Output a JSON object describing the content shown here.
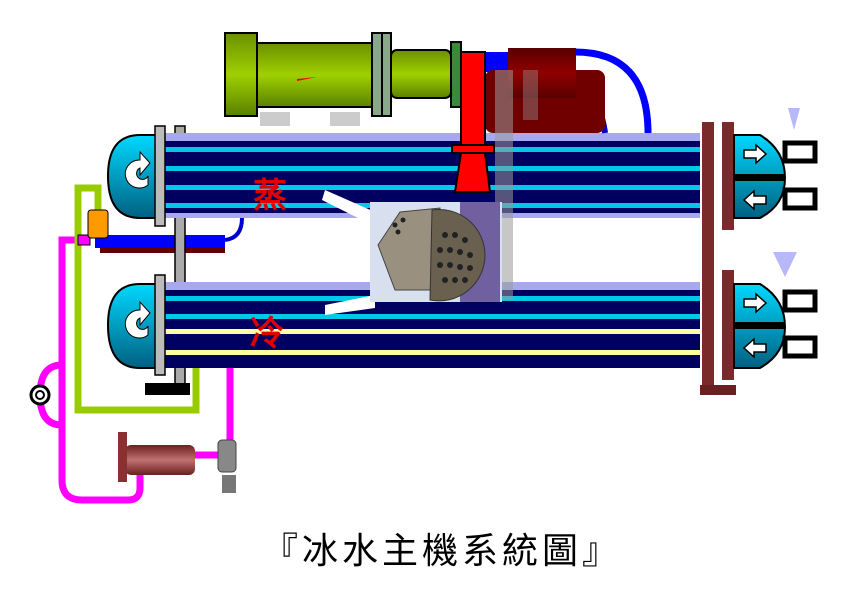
{
  "labels": {
    "evaporator": "蒸",
    "condenser": "冷"
  },
  "caption": "『冰水主機系統圖』",
  "colors": {
    "compressor": "#8cc000",
    "shell": "#000060",
    "tube": "#00c8e8",
    "refrigerant": "#ff00ff",
    "water_loop": "#99cc00",
    "discharge": "#ff0000",
    "motor": "#7a0000"
  }
}
